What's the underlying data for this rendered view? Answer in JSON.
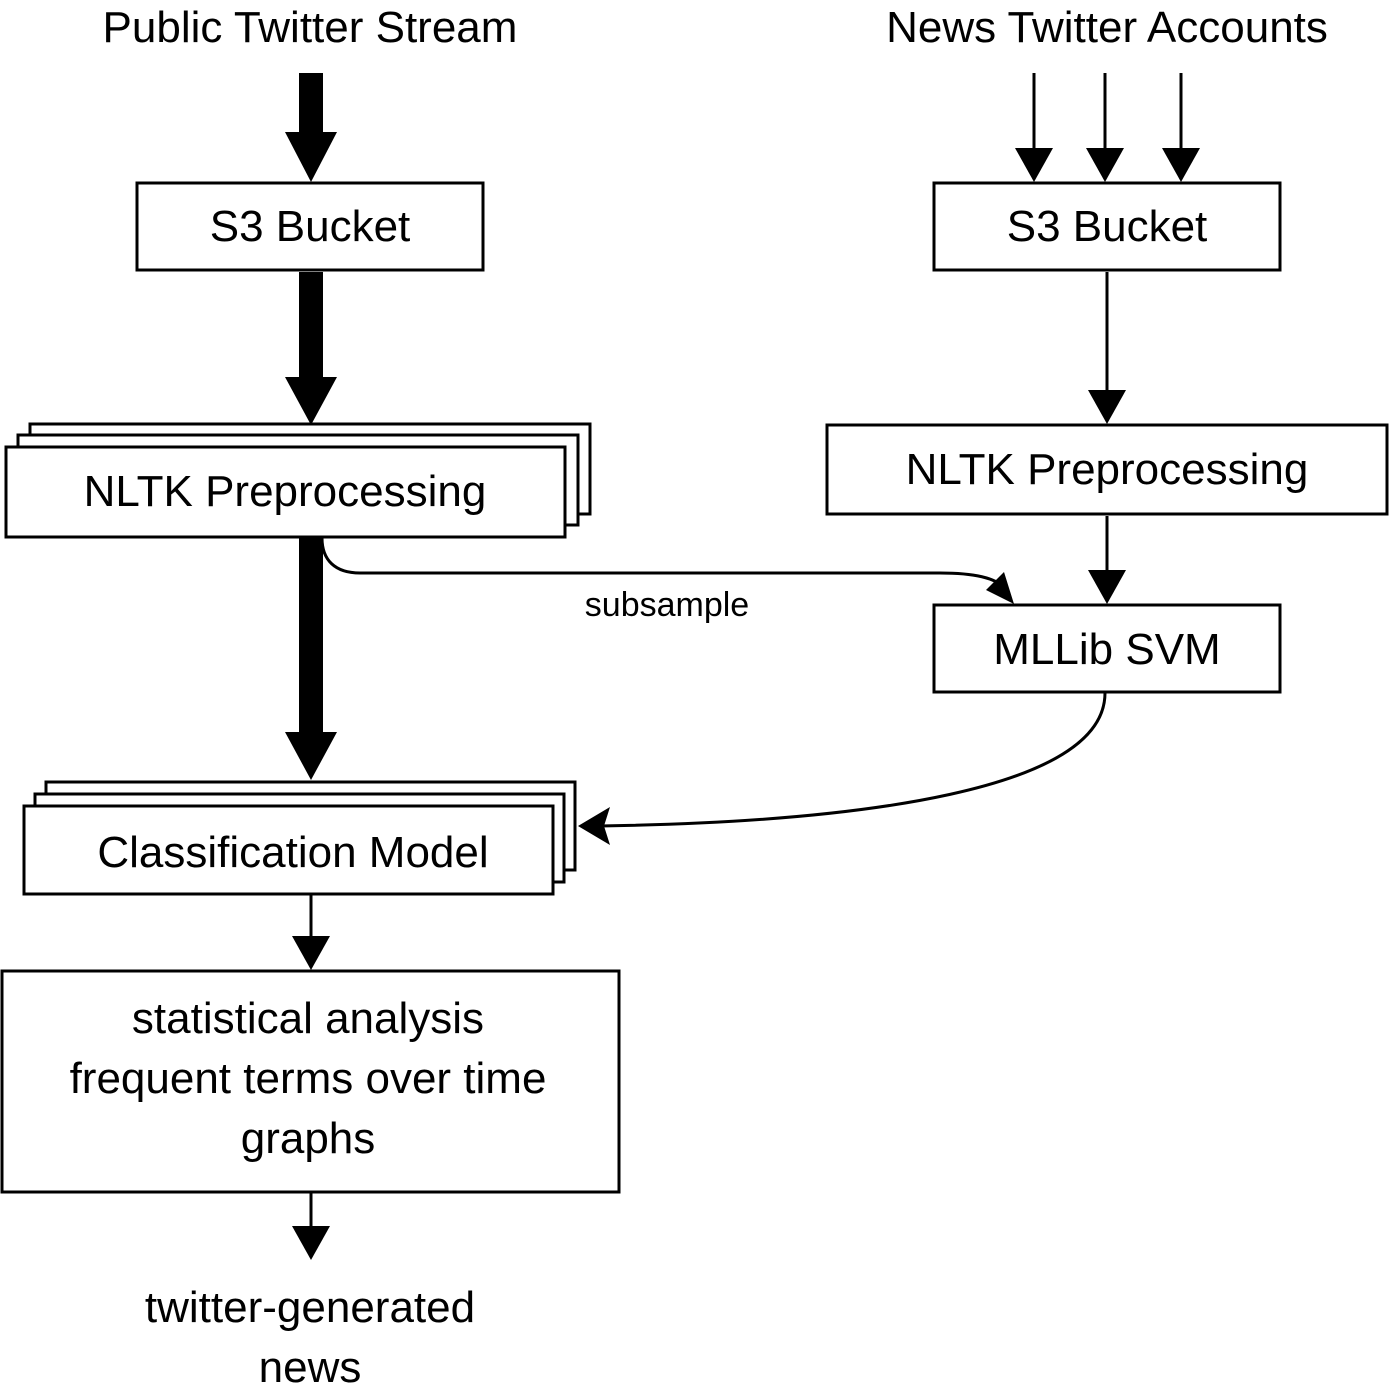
{
  "sources": {
    "public_stream": "Public Twitter Stream",
    "news_accounts": "News Twitter Accounts"
  },
  "left_pipeline": {
    "s3_bucket": "S3 Bucket",
    "nltk": "NLTK Preprocessing",
    "classifier": "Classification Model",
    "analysis": {
      "line1": "statistical analysis",
      "line2": "frequent terms over time",
      "line3": "graphs"
    },
    "output": {
      "line1": "twitter-generated",
      "line2": "news"
    }
  },
  "right_pipeline": {
    "s3_bucket": "S3 Bucket",
    "nltk": "NLTK Preprocessing",
    "svm": "MLLib SVM"
  },
  "edges": {
    "subsample_label": "subsample"
  }
}
